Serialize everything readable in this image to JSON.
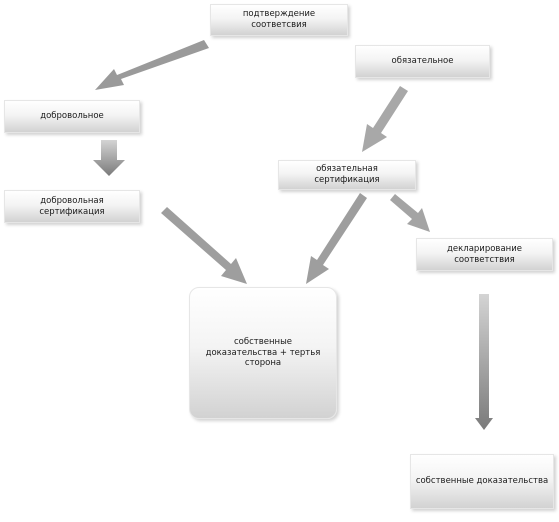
{
  "nodes": {
    "confirmation": "подтверждение соответсвия",
    "mandatory": "обязательное",
    "voluntary": "добровольное",
    "voluntary_cert": "добровольная сертификация",
    "mandatory_cert": "обязательная сертификация",
    "declaration": "декларирование соответствия",
    "own_plus_third": "собственные доказательства + тертья сторона",
    "own_evidence": "собственные доказательства"
  },
  "colors": {
    "arrow_light": "#d0d0d0",
    "arrow_dark": "#7a7a7a"
  }
}
